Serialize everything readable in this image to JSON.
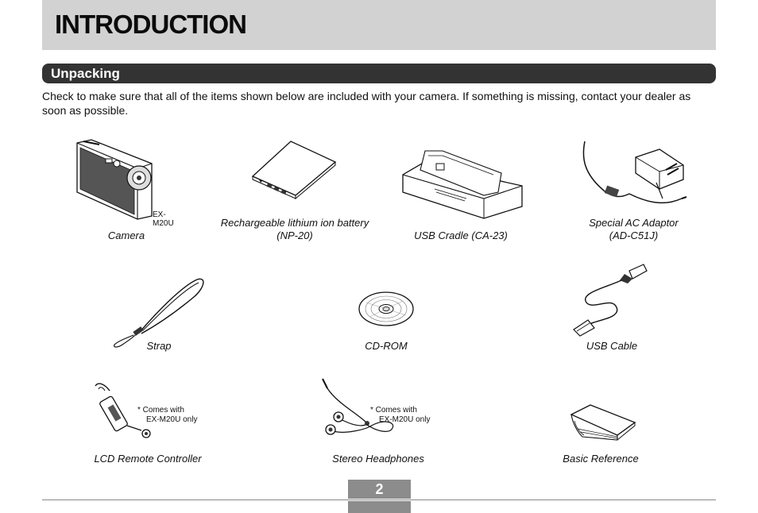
{
  "page": {
    "title": "INTRODUCTION",
    "section": "Unpacking",
    "intro": "Check to make sure that all of the items shown below are included with your camera. If something is missing, contact your dealer as soon as possible.",
    "page_number": "2"
  },
  "items": {
    "camera": {
      "caption": "Camera",
      "model": "EX-M20U"
    },
    "battery": {
      "caption_line1": "Rechargeable lithium ion battery",
      "caption_line2": "(NP-20)"
    },
    "cradle": {
      "caption": "USB Cradle (CA-23)"
    },
    "adaptor": {
      "caption_line1": "Special AC Adaptor",
      "caption_line2": "(AD-C51J)"
    },
    "strap": {
      "caption": "Strap"
    },
    "cdrom": {
      "caption": "CD-ROM"
    },
    "usb_cable": {
      "caption": "USB Cable"
    },
    "remote": {
      "caption": "LCD Remote Controller",
      "note_line1": "* Comes with",
      "note_line2": "EX-M20U only"
    },
    "headphones": {
      "caption": "Stereo Headphones",
      "note_line1": "* Comes with",
      "note_line2": "EX-M20U only"
    },
    "reference": {
      "caption": "Basic Reference"
    }
  }
}
